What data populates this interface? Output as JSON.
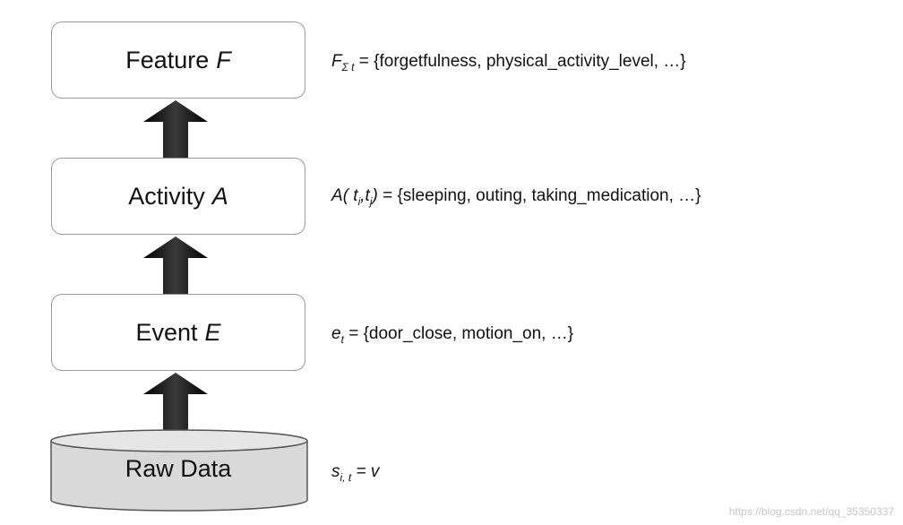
{
  "layers": [
    {
      "label": "Feature",
      "var": "F",
      "formula_rhs": " = {forgetfulness, physical_activity_level, …}"
    },
    {
      "label": "Activity",
      "var": "A",
      "formula_rhs": " = {sleeping, outing, taking_medication, …}"
    },
    {
      "label": "Event",
      "var": "E",
      "formula_rhs": " = {door_close, motion_on, …}"
    },
    {
      "label": "Raw Data",
      "formula_rhs": " = v"
    }
  ],
  "formula_lhs": {
    "feature": {
      "sym": "F",
      "sub": "Σ t"
    },
    "activity": {
      "sym": "A",
      "args_open": "( t",
      "sub1": "i",
      "comma": ",t",
      "sub2": "j",
      "args_close": ")"
    },
    "event": {
      "sym": "e",
      "sub": "t"
    },
    "raw": {
      "sym": "s",
      "sub": "i, t"
    }
  },
  "watermark": "https://blog.csdn.net/qq_35350337"
}
